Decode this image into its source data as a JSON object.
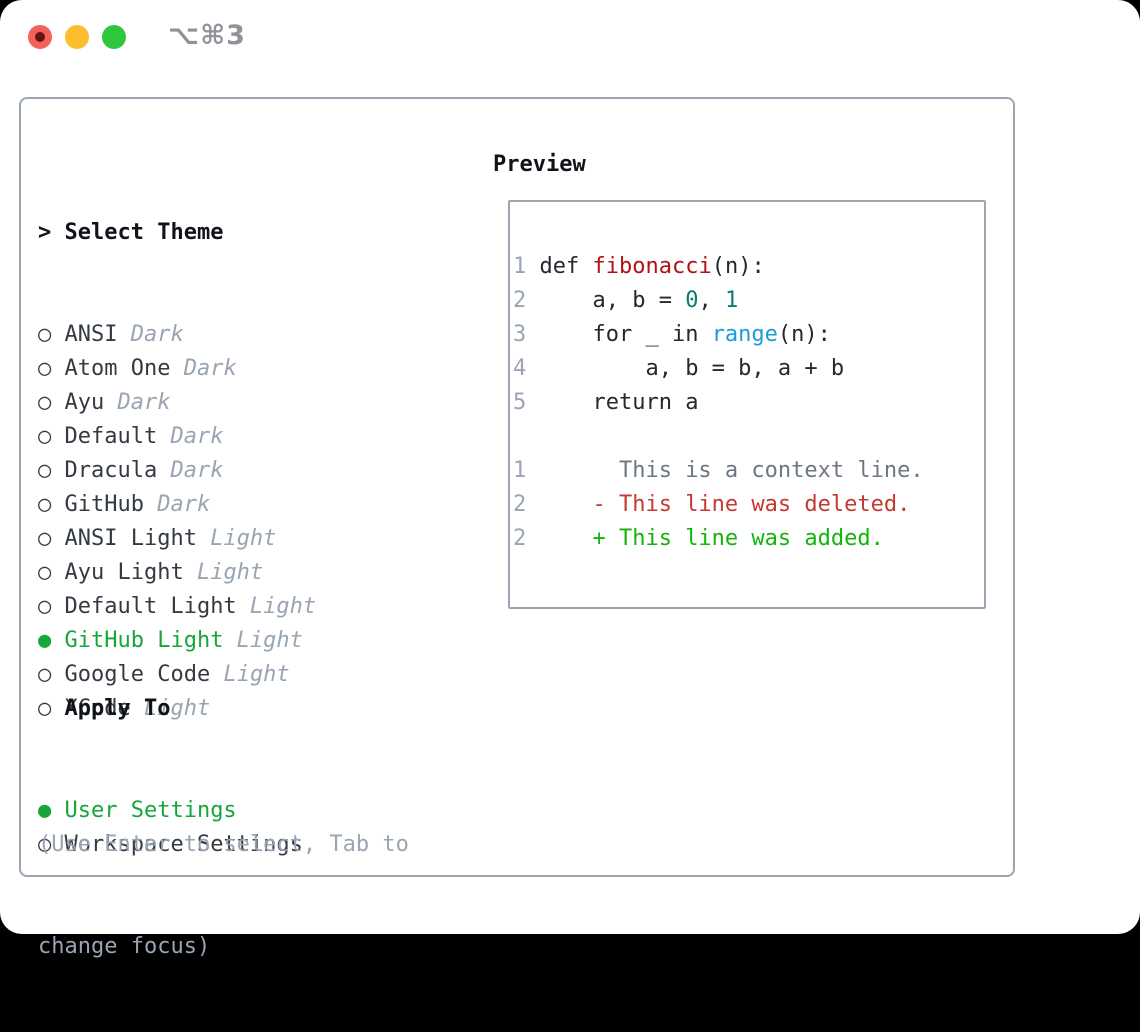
{
  "colors": {
    "border_gray": "#9ba6b2",
    "muted_gray": "#9aa5b4",
    "muted_dark": "#8e9299",
    "text_dark": "#343a42",
    "selection_green": "#17a63a",
    "traffic_red": "#f4605a",
    "traffic_red_dot": "#5f1716",
    "traffic_yellow": "#fcbd2f",
    "traffic_green": "#2fc63e",
    "code_text": "#24292f",
    "func_red": "#b01215",
    "number_teal": "#0d7a6f",
    "builtin_blue": "#1a9dd9",
    "context_gray": "#6e7781",
    "deleted_red": "#c43a2f",
    "added_green": "#11b50c"
  },
  "titlebar": {
    "shortcut": "⌥⌘3"
  },
  "theme_panel": {
    "prompt": ">",
    "title": "Select Theme",
    "items": [
      {
        "name": "ANSI",
        "variant": "Dark",
        "selected": false
      },
      {
        "name": "Atom One",
        "variant": "Dark",
        "selected": false
      },
      {
        "name": "Ayu",
        "variant": "Dark",
        "selected": false
      },
      {
        "name": "Default",
        "variant": "Dark",
        "selected": false
      },
      {
        "name": "Dracula",
        "variant": "Dark",
        "selected": false
      },
      {
        "name": "GitHub",
        "variant": "Dark",
        "selected": false
      },
      {
        "name": "ANSI Light",
        "variant": "Light",
        "selected": false
      },
      {
        "name": "Ayu Light",
        "variant": "Light",
        "selected": false
      },
      {
        "name": "Default Light",
        "variant": "Light",
        "selected": false
      },
      {
        "name": "GitHub Light",
        "variant": "Light",
        "selected": true
      },
      {
        "name": "Google Code",
        "variant": "Light",
        "selected": false
      },
      {
        "name": "XCode",
        "variant": "Light",
        "selected": false
      }
    ],
    "apply_to": {
      "title": "Apply To",
      "options": [
        {
          "label": "User Settings",
          "selected": true
        },
        {
          "label": "Workspace Settings",
          "selected": false
        }
      ]
    },
    "hint": [
      "(Use Enter to select, Tab to",
      "change focus)"
    ],
    "radio_selected_glyph": "●",
    "radio_unselected_glyph": "○"
  },
  "preview": {
    "title": "Preview",
    "lines": [
      {
        "num": "1",
        "tokens": [
          {
            "t": " def ",
            "c": "code_text"
          },
          {
            "t": "fibonacci",
            "c": "func_red"
          },
          {
            "t": "(n):",
            "c": "code_text"
          }
        ]
      },
      {
        "num": "2",
        "tokens": [
          {
            "t": "     a, b = ",
            "c": "code_text"
          },
          {
            "t": "0",
            "c": "number_teal"
          },
          {
            "t": ", ",
            "c": "code_text"
          },
          {
            "t": "1",
            "c": "number_teal"
          }
        ]
      },
      {
        "num": "3",
        "tokens": [
          {
            "t": "     for _ in ",
            "c": "code_text"
          },
          {
            "t": "range",
            "c": "builtin_blue"
          },
          {
            "t": "(n):",
            "c": "code_text"
          }
        ]
      },
      {
        "num": "4",
        "tokens": [
          {
            "t": "         a, b = b, a + b",
            "c": "code_text"
          }
        ]
      },
      {
        "num": "5",
        "tokens": [
          {
            "t": "     return a",
            "c": "code_text"
          }
        ]
      },
      {
        "num": "",
        "tokens": []
      },
      {
        "num": "1",
        "tokens": [
          {
            "t": "       This is a context line.",
            "c": "context_gray"
          }
        ]
      },
      {
        "num": "2",
        "tokens": [
          {
            "t": "     - This line was deleted.",
            "c": "deleted_red"
          }
        ]
      },
      {
        "num": "2",
        "tokens": [
          {
            "t": "     + This line was added.",
            "c": "added_green"
          }
        ]
      }
    ]
  }
}
